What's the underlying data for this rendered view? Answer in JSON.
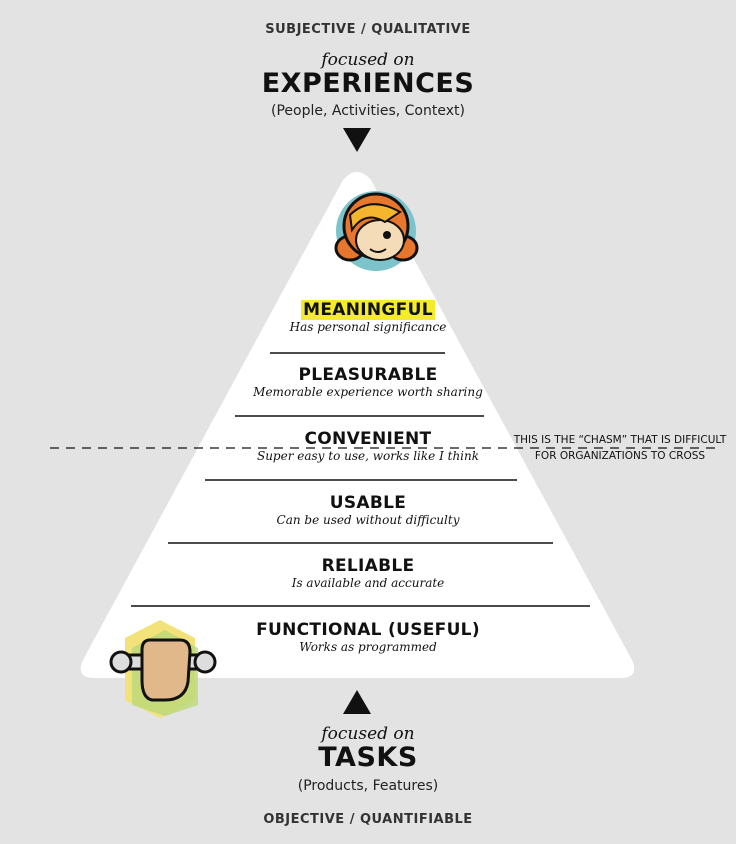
{
  "top": {
    "category": "SUBJECTIVE / QUALITATIVE",
    "focused": "focused on",
    "title": "EXPERIENCES",
    "examples": "(People, Activities, Context)"
  },
  "bottom": {
    "focused": "focused on",
    "title": "TASKS",
    "examples": "(Products, Features)",
    "category": "OBJECTIVE / QUANTIFIABLE"
  },
  "levels": [
    {
      "label": "MEANINGFUL",
      "desc": "Has personal significance"
    },
    {
      "label": "PLEASURABLE",
      "desc": "Memorable experience worth sharing"
    },
    {
      "label": "CONVENIENT",
      "desc": "Super easy to use, works like I think"
    },
    {
      "label": "USABLE",
      "desc": "Can be used without difficulty"
    },
    {
      "label": "RELIABLE",
      "desc": "Is available and accurate"
    },
    {
      "label": "FUNCTIONAL (USEFUL)",
      "desc": "Works as programmed"
    }
  ],
  "chasm": {
    "line1": "THIS IS THE “CHASM” THAT IS DIFFICULT",
    "line2": "FOR ORGANIZATIONS TO CROSS"
  },
  "colors": {
    "background": "#e3e3e3",
    "highlight": "#f4ec2a",
    "hair": "#e8772e",
    "badge": "#7cc3cc"
  },
  "icons": [
    "girl-face-icon",
    "fist-wrench-icon",
    "arrow-down-icon",
    "arrow-up-icon"
  ]
}
